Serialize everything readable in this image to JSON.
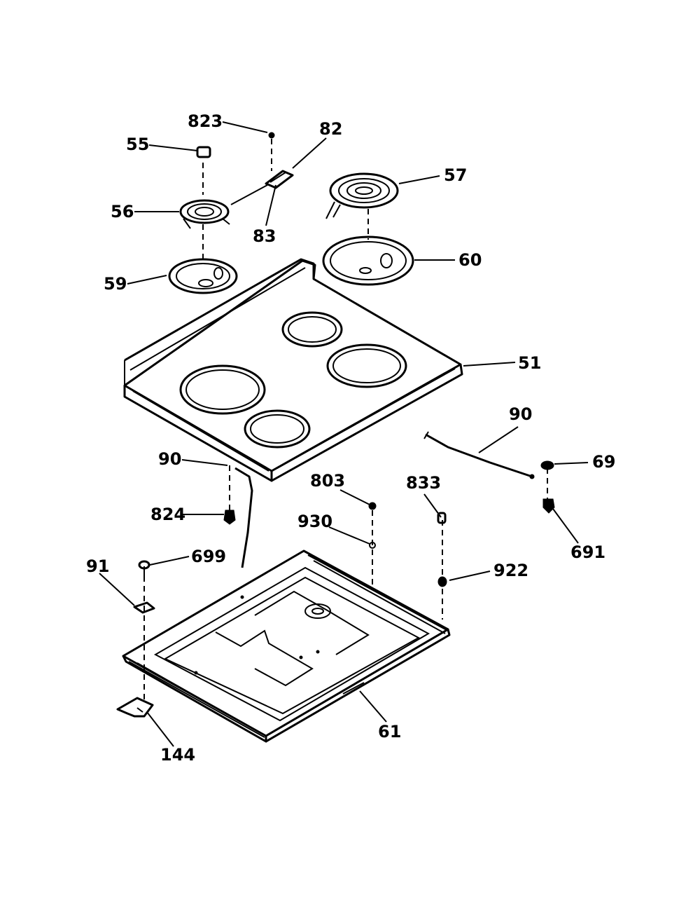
{
  "labels": {
    "p823": "823",
    "p82": "82",
    "p55": "55",
    "p57": "57",
    "p56": "56",
    "p83": "83",
    "p60": "60",
    "p59": "59",
    "p51": "51",
    "p90_right": "90",
    "p90_left": "90",
    "p69": "69",
    "p803": "803",
    "p833": "833",
    "p824": "824",
    "p930": "930",
    "p691": "691",
    "p91": "91",
    "p699": "699",
    "p922": "922",
    "p61": "61",
    "p144": "144"
  }
}
